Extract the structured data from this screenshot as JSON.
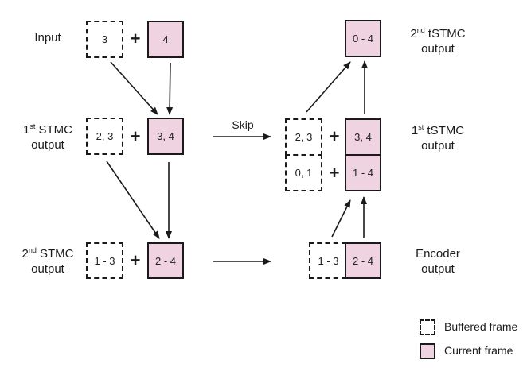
{
  "colors": {
    "current_frame": "#f0d3e1",
    "stroke": "#1a1a1a",
    "background": "#ffffff"
  },
  "labels": {
    "input": "Input",
    "stmc1": {
      "ordinal": "1",
      "sup": "st",
      "name": "STMC",
      "line2": "output"
    },
    "stmc2": {
      "ordinal": "2",
      "sup": "nd",
      "name": "STMC",
      "line2": "output"
    },
    "tstmc1": {
      "ordinal": "1",
      "sup": "st",
      "name": "tSTMC",
      "line2": "output"
    },
    "tstmc2": {
      "ordinal": "2",
      "sup": "nd",
      "name": "tSTMC",
      "line2": "output"
    },
    "encoder": {
      "line1": "Encoder",
      "line2": "output"
    },
    "skip": "Skip",
    "plus": "+"
  },
  "boxes": {
    "input_buffered": "3",
    "input_current": "4",
    "stmc1_buffered": "2, 3",
    "stmc1_current": "3, 4",
    "stmc2_buffered": "1 - 3",
    "stmc2_current": "2 - 4",
    "tstmc2_current": "0 - 4",
    "tstmc1_buffered_top": "2, 3",
    "tstmc1_current_top": "3, 4",
    "tstmc1_buffered_bottom": "0, 1",
    "tstmc1_current_bottom": "1 - 4",
    "encoder_buffered": "1 - 3",
    "encoder_current": "2 - 4"
  },
  "legend": {
    "items": [
      {
        "type": "buffered",
        "label": "Buffered frame"
      },
      {
        "type": "current",
        "label": "Current frame"
      }
    ]
  }
}
